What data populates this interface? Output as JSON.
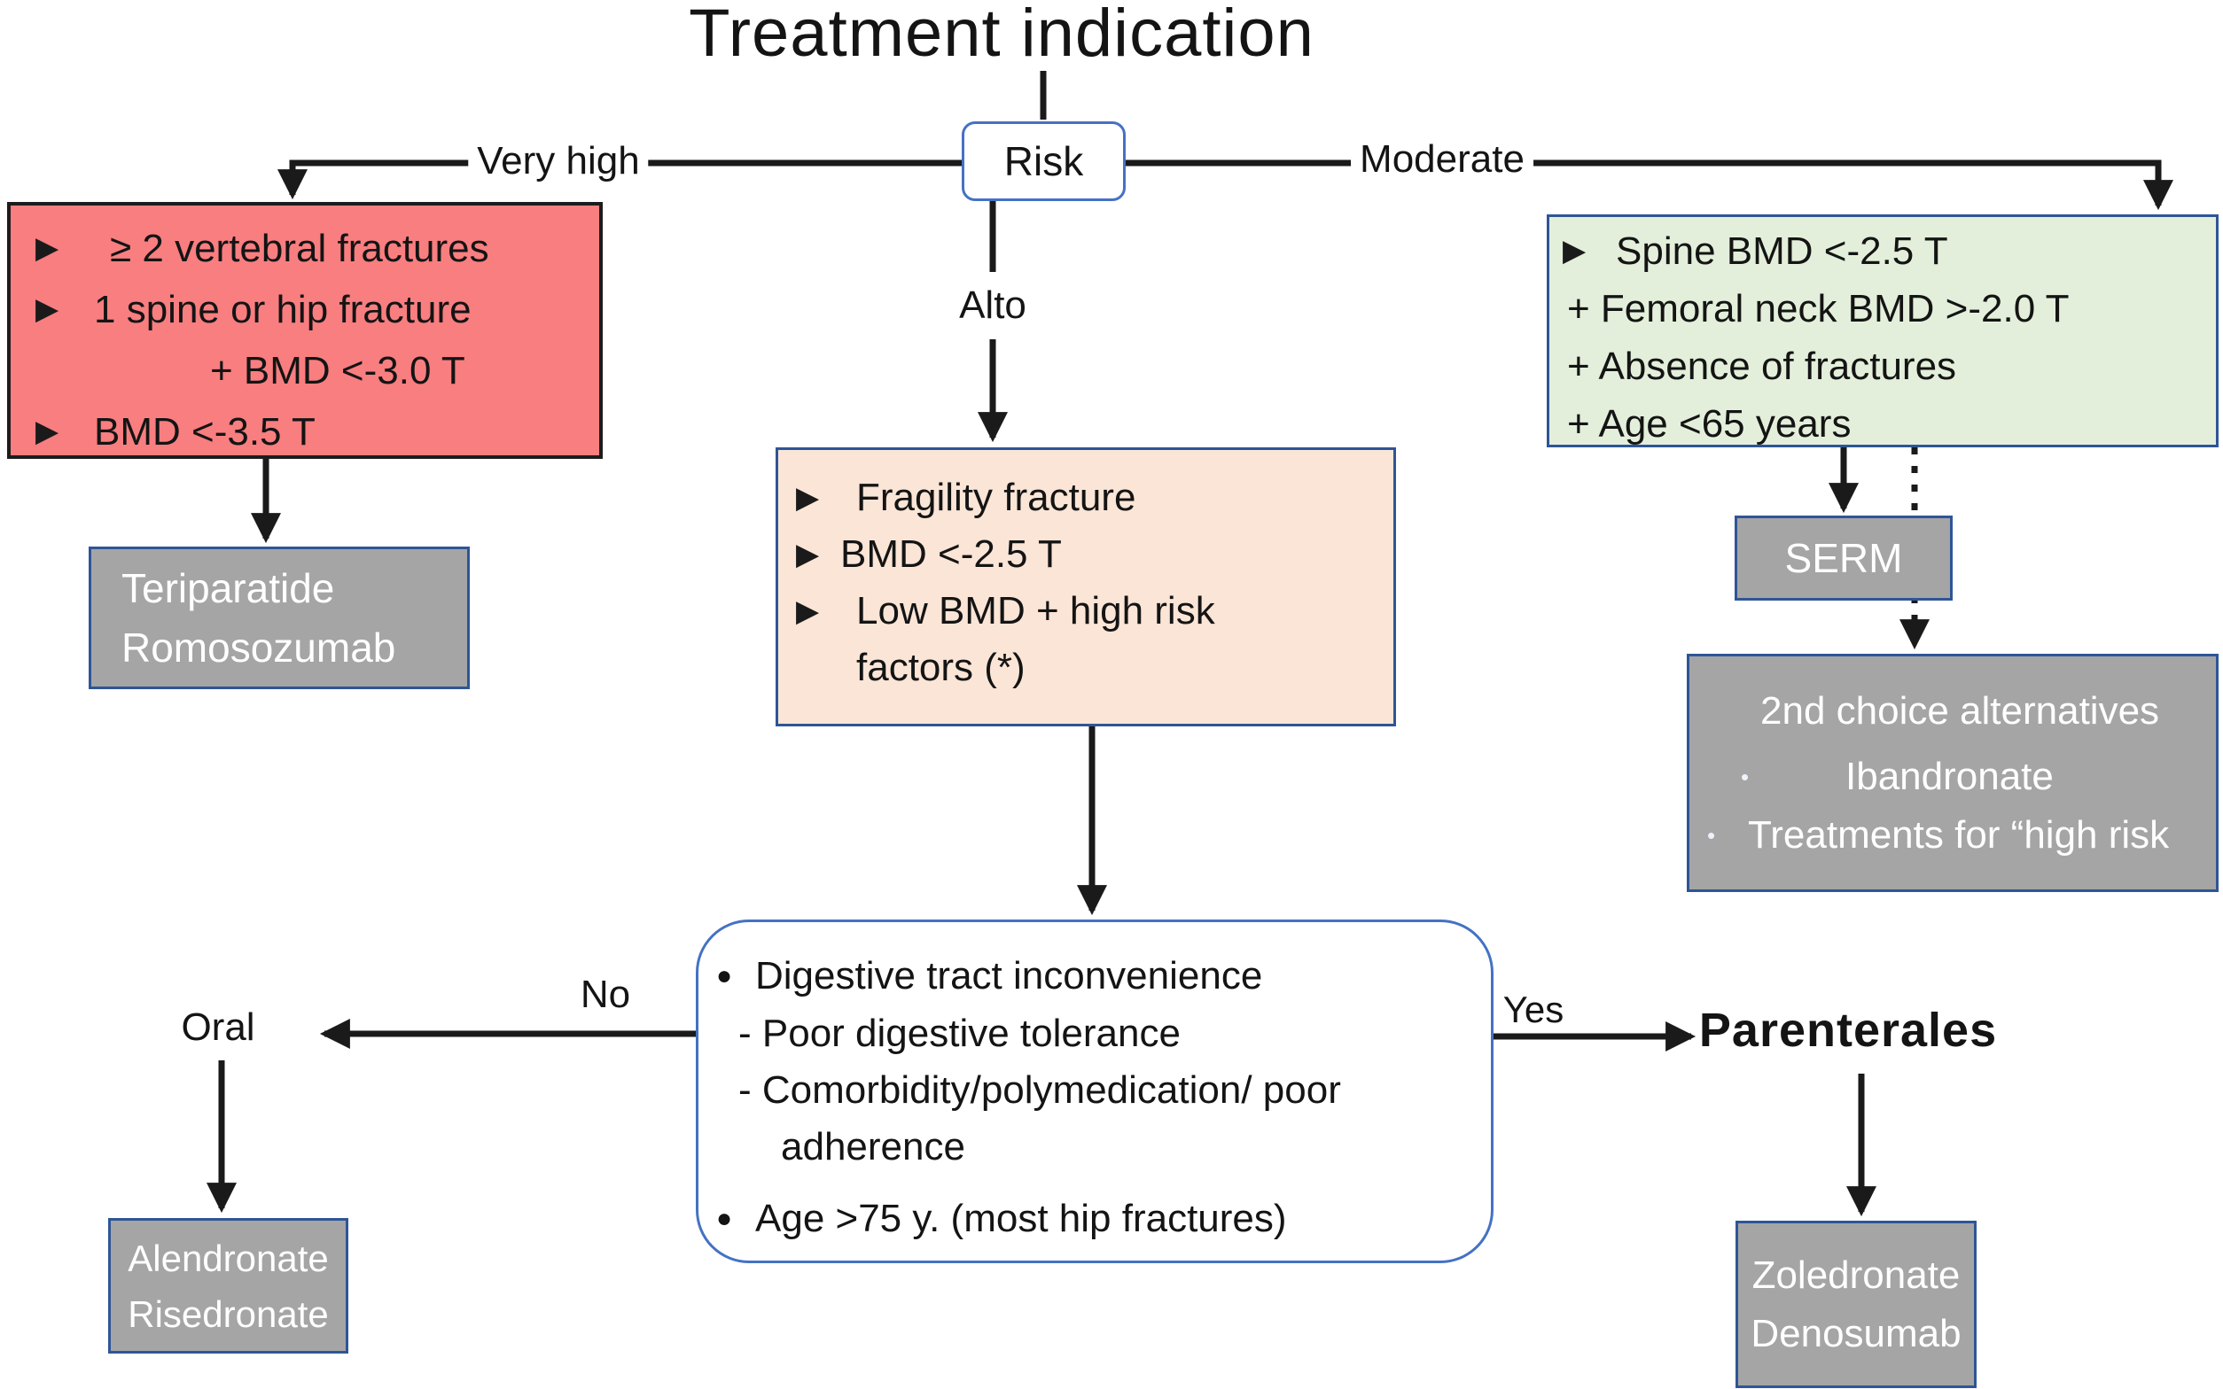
{
  "title": "Treatment indication",
  "risk_node": {
    "label": "Risk"
  },
  "edge_labels": {
    "very_high": "Very high",
    "moderate": "Moderate",
    "alto": "Alto",
    "no": "No",
    "yes": "Yes",
    "oral": "Oral",
    "parenterales": "Parenterales"
  },
  "boxes": {
    "very_high_criteria": {
      "item1": "≥ 2 vertebral fractures",
      "item2": "1 spine or hip fracture",
      "item3": "+ BMD <-3.0 T",
      "item4": "BMD <-3.5 T"
    },
    "high_criteria": {
      "item1": "Fragility fracture",
      "item2": "BMD <-2.5 T",
      "item3": "Low BMD + high risk factors (*)"
    },
    "moderate_criteria": {
      "item1": "Spine BMD <-2.5 T",
      "item2": "+ Femoral neck BMD >-2.0 T",
      "item3": "+ Absence of fractures",
      "item4": "+ Age <65 years"
    },
    "very_high_treatment": {
      "line1": "Teriparatide",
      "line2": "Romosozumab"
    },
    "serm": {
      "label": "SERM"
    },
    "second_choice": {
      "title": "2nd choice alternatives",
      "item1": "Ibandronate",
      "item2": "Treatments for “high risk"
    },
    "decision": {
      "item1": "Digestive tract inconvenience",
      "sub1": "- Poor digestive tolerance",
      "sub2": "- Comorbidity/polymedication/ poor adherence",
      "item2": "Age >75 y. (most hip fractures)"
    },
    "oral_treatment": {
      "line1": "Alendronate",
      "line2": "Risedronate"
    },
    "parenteral_treatment": {
      "line1": "Zoledronate",
      "line2": "Denosumab"
    }
  },
  "glyphs": {
    "triangle_bullet": "▶",
    "dot_bullet": "●",
    "small_dot_bullet": "•"
  },
  "colors": {
    "very_high_fill": "#F87E80",
    "high_fill": "#FBE5D6",
    "moderate_fill": "#E3EFDA",
    "treatment_fill": "#A5A5A5",
    "navy_border": "#2E5597",
    "blue_border": "#4472C4",
    "arrow": "#1a1a1a"
  }
}
